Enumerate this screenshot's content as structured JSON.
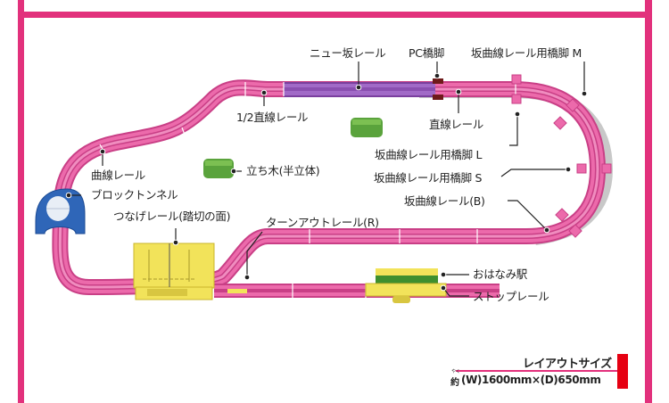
{
  "title": "Plarail layout diagram",
  "colors": {
    "frame": "#e2317c",
    "rail": "#ec6aab",
    "rail_edge": "#c93f86",
    "slope_rail": "#9a5cc0",
    "pier": "#ec6aab",
    "pc_pier": "#6e1a1a",
    "yellow_part": "#f2e35a",
    "tree": "#5aa33c",
    "tunnel": "#2f66b8",
    "size_bar": "#e60012"
  },
  "labels": {
    "new_slope_rail": "ニュー坂レール",
    "pc_pier": "PC橋脚",
    "slope_curve_pier_m": "坂曲線レール用橋脚 M",
    "half_straight_rail": "1/2直線レール",
    "straight_rail": "直線レール",
    "slope_curve_pier_l": "坂曲線レール用橋脚 L",
    "standing_tree": "立ち木(半立体)",
    "curve_rail": "曲線レール",
    "slope_curve_pier_s": "坂曲線レール用橋脚 S",
    "slope_curve_rail_b": "坂曲線レール(B)",
    "block_tunnel": "ブロックトンネル",
    "joint_rail_crossing": "つなげレール(踏切の面)",
    "turnout_rail_r": "ターンアウトレール(R)",
    "ohanami_station": "おはなみ駅",
    "stop_rail": "ストップレール"
  },
  "layout_size": {
    "title": "レイアウトサイズ",
    "ruby": "やく",
    "prefix": "約",
    "value": "(W)1600mm×(D)650mm"
  },
  "icons": {
    "tunnel": "block-tunnel-icon",
    "tree": "tree-icon",
    "station": "station-icon",
    "crossing": "crossing-icon"
  }
}
